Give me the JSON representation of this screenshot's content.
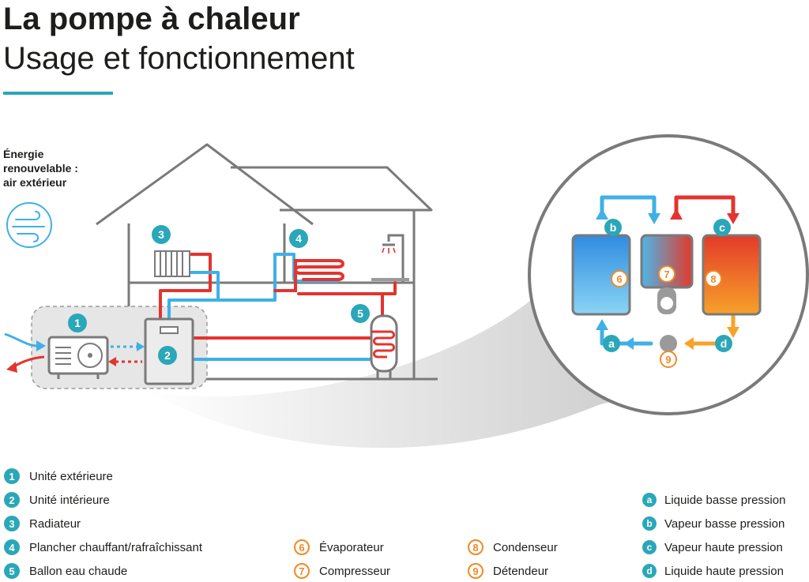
{
  "header": {
    "title": "La pompe à chaleur",
    "subtitle": "Usage et fonctionnement"
  },
  "energy_label": {
    "line1": "Énergie",
    "line2": "renouvelable :",
    "line3": "air extérieur"
  },
  "colors": {
    "teal": "#2aa7b8",
    "orange": "#f08a24",
    "hot_red": "#e3342f",
    "cold_blue": "#3fb0e8",
    "house_grey": "#7a7a7a"
  },
  "diagram_markers": {
    "m1": "1",
    "m2": "2",
    "m3": "3",
    "m4": "4",
    "m5": "5",
    "m6": "6",
    "m7": "7",
    "m8": "8",
    "m9": "9",
    "ma": "a",
    "mb": "b",
    "mc": "c",
    "md": "d"
  },
  "legend": {
    "components": [
      {
        "num": "1",
        "label": "Unité extérieure"
      },
      {
        "num": "2",
        "label": "Unité intérieure"
      },
      {
        "num": "3",
        "label": "Radiateur"
      },
      {
        "num": "4",
        "label": "Plancher chauffant/rafraîchissant"
      },
      {
        "num": "5",
        "label": "Ballon eau chaude"
      }
    ],
    "cycle": [
      {
        "num": "6",
        "label": "Évaporateur"
      },
      {
        "num": "7",
        "label": "Compresseur"
      },
      {
        "num": "8",
        "label": "Condenseur"
      },
      {
        "num": "9",
        "label": "Détendeur"
      }
    ],
    "states": [
      {
        "letter": "a",
        "label": "Liquide basse pression"
      },
      {
        "letter": "b",
        "label": "Vapeur basse pression"
      },
      {
        "letter": "c",
        "label": "Vapeur haute pression"
      },
      {
        "letter": "d",
        "label": "Liquide haute pression"
      }
    ]
  }
}
